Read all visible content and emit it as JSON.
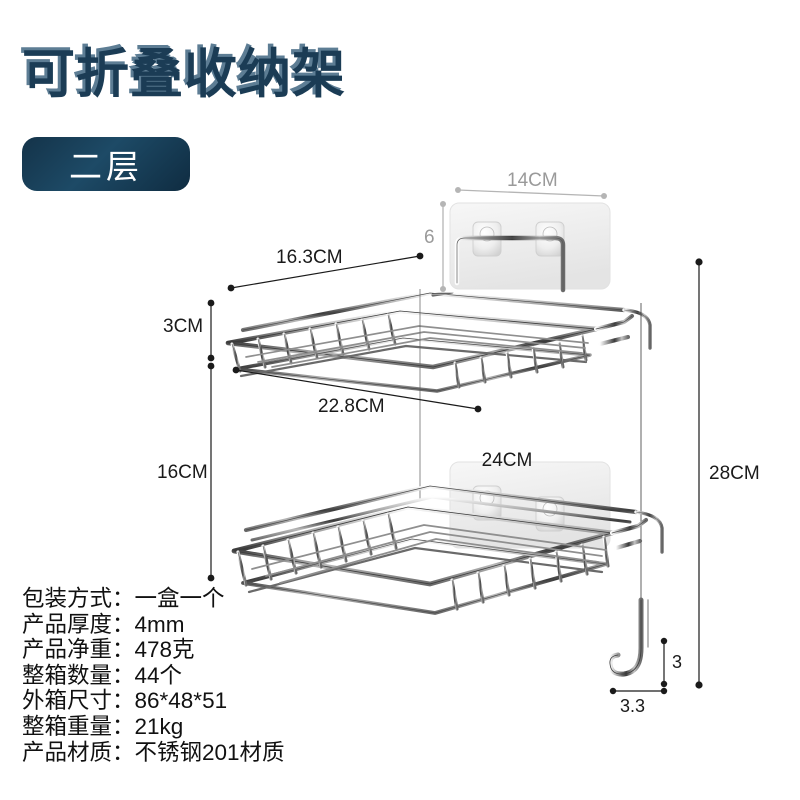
{
  "title": "可折叠收纳架",
  "badge": "二层",
  "specs": [
    "包装方式：一盒一个",
    "产品厚度：4mm",
    "产品净重：478克",
    "整箱数量：44个",
    "外箱尺寸：86*48*51",
    "整箱重量：21kg",
    "产品材质：不锈钢201材质"
  ],
  "dimensions": {
    "top_pad_width": "14CM",
    "top_pad_height": "6",
    "upper_basket_width": "16.3CM",
    "upper_basket_height": "3CM",
    "upper_basket_depth": "22.8CM",
    "tier_gap": "16CM",
    "lower_pad_width": "24CM",
    "total_height": "28CM",
    "hook_height": "3",
    "hook_width": "3.3"
  },
  "colors": {
    "title": "#1b3c55",
    "title_shadow": "#5d7d94",
    "badge_bg": "#143349",
    "dim_line": "#1a1a1a",
    "dim_line_gray": "#9a9a9a",
    "wire": "#2a2a2a",
    "pad": "#f0f0f0"
  },
  "icons": {
    "upper_basket": "wire-basket-icon",
    "lower_basket": "wire-basket-icon",
    "adhesive_pad_top": "adhesive-pad-icon",
    "adhesive_pad_bottom": "adhesive-pad-icon",
    "hook": "j-hook-icon"
  }
}
